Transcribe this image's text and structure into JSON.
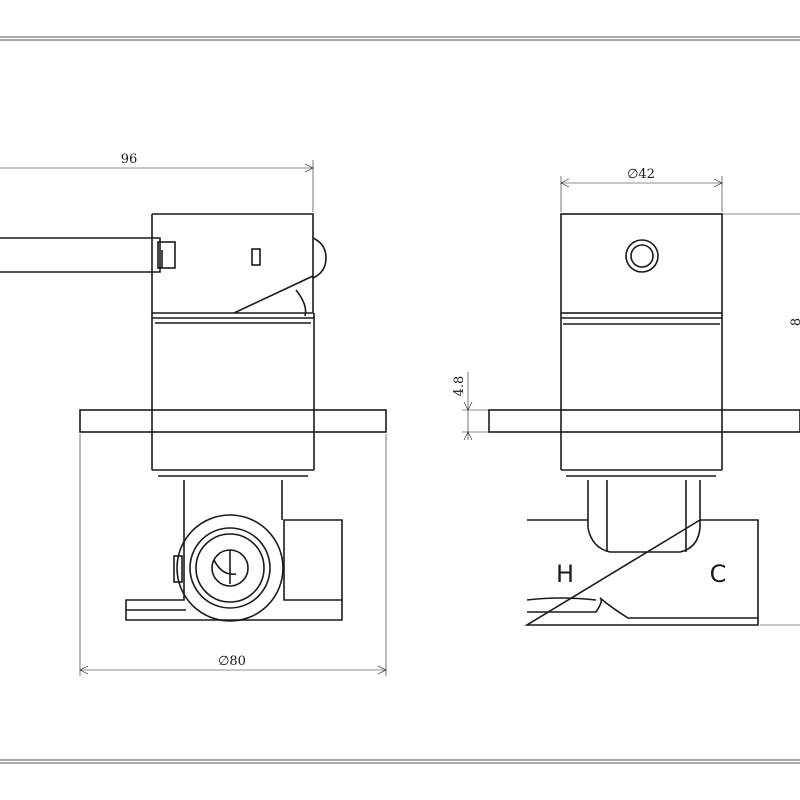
{
  "dimensions": {
    "overall_depth": "96",
    "body_diameter": "∅42",
    "plate_diameter": "∅80",
    "plate_thickness": "4.8",
    "right_edge_partial": "8"
  },
  "ports": {
    "hot": "H",
    "cold": "C"
  }
}
